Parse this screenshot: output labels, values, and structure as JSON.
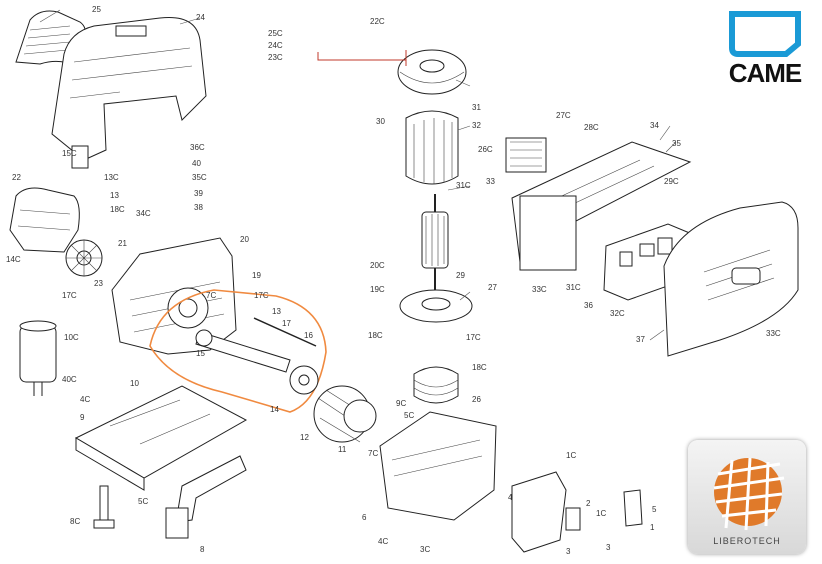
{
  "brand": {
    "name": "CAME",
    "watermark": "LIBEROTECH",
    "colors": {
      "brand_blue": "#1a9ad6",
      "accent_orange": "#e07a2a",
      "highlight_orange": "#f08a40",
      "line_red": "#c0392b"
    }
  },
  "parts": {
    "p25": "25",
    "p24": "24",
    "p15C": "15C",
    "p13C": "13C",
    "p22": "22",
    "p13": "13",
    "p18C": "18C",
    "p14C": "14C",
    "p21": "21",
    "p23": "23",
    "p17C_a": "17C",
    "p19": "19",
    "p20": "20",
    "p36C": "36C",
    "p40": "40",
    "p35C": "35C",
    "p39": "39",
    "p34C": "34C",
    "p38": "38",
    "p7C": "7C",
    "p17C_b": "17C",
    "p13_b": "13",
    "p17": "17",
    "p16": "16",
    "p15": "15",
    "p10C": "10C",
    "p40C": "40C",
    "p10": "10",
    "p4C": "4C",
    "p9": "9",
    "p5C": "5C",
    "p8C": "8C",
    "p8": "8",
    "p14": "14",
    "p12": "12",
    "p11": "11",
    "p9C": "9C",
    "p5C_b": "5C",
    "p25C": "25C",
    "p24C": "24C",
    "p23C": "23C",
    "p22C": "22C",
    "p30": "30",
    "p31": "31",
    "p32": "32",
    "p31C": "31C",
    "p29": "29",
    "p20C": "20C",
    "p27": "27",
    "p19C": "19C",
    "p18C_b": "18C",
    "p17C_c": "17C",
    "p18C_c": "18C",
    "p26": "26",
    "p7C_b": "7C",
    "p6": "6",
    "p4C_b": "4C",
    "p3C": "3C",
    "p27C": "27C",
    "p28C": "28C",
    "p26C": "26C",
    "p33": "33",
    "p34": "34",
    "p35": "35",
    "p29C": "29C",
    "p33C": "33C",
    "p31C_b": "31C",
    "p36": "36",
    "p32C": "32C",
    "p37": "37",
    "p33C_b": "33C",
    "p1C": "1C",
    "p4": "4",
    "p2": "2",
    "p1C_b": "1C",
    "p3": "3",
    "p3_b": "3",
    "p1": "1",
    "p5": "5"
  }
}
